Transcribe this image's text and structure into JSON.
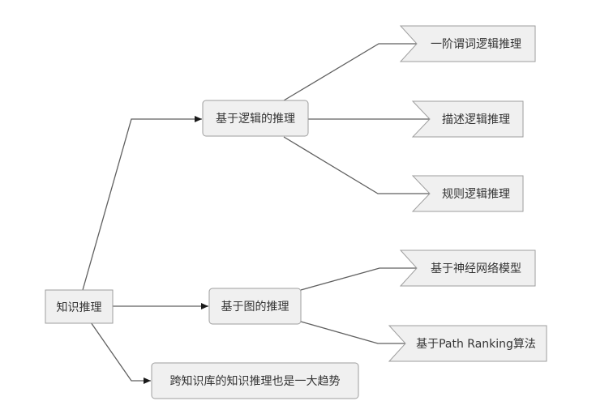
{
  "diagram": {
    "root": "知识推理",
    "branch_logic": "基于逻辑的推理",
    "branch_graph": "基于图的推理",
    "branch_cross_kb": "跨知识库的知识推理也是一大趋势",
    "logic_leaves": [
      "一阶谓词逻辑推理",
      "描述逻辑推理",
      "规则逻辑推理"
    ],
    "graph_leaves": [
      "基于神经网络模型",
      "基于Path Ranking算法"
    ]
  },
  "colors": {
    "node_fill": "#f0f0f0",
    "node_stroke": "#9e9e9e",
    "edge": "#5f5f5f",
    "text": "#333333"
  }
}
